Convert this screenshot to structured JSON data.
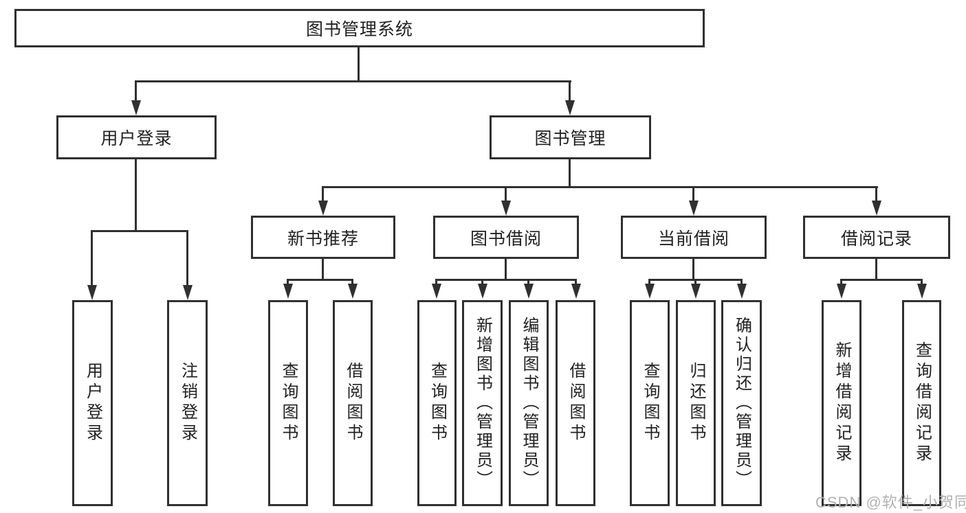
{
  "colors": {
    "line": "#303030",
    "text": "#212121",
    "watermark": "#b0b0b0"
  },
  "watermark": "CSDN @软件_小贺同学",
  "nodes": {
    "root": "图书管理系统",
    "user_login": "用户登录",
    "book_management": "图书管理",
    "new_book_recommend": "新书推荐",
    "book_borrow": "图书借阅",
    "current_borrow": "当前借阅",
    "borrow_records": "借阅记录",
    "leaf_user_login": "用户登录",
    "leaf_logout": "注销登录",
    "leaf_query_book_1": "查询图书",
    "leaf_borrow_book_1": "借阅图书",
    "leaf_query_book_2": "查询图书",
    "leaf_add_book": "新增图书（管理员）",
    "leaf_edit_book": "编辑图书（管理员）",
    "leaf_borrow_book_2": "借阅图书",
    "leaf_query_book_3": "查询图书",
    "leaf_return_book": "归还图书",
    "leaf_confirm_return": "确认归还（管理员）",
    "leaf_add_record": "新增借阅记录",
    "leaf_query_record": "查询借阅记录"
  }
}
